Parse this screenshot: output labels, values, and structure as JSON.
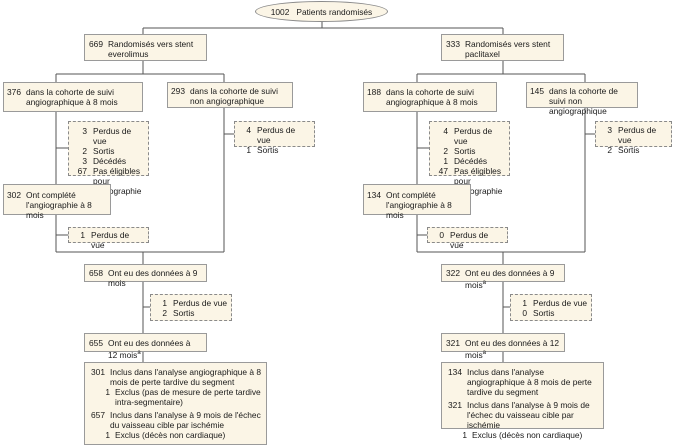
{
  "top": {
    "n": "1002",
    "label": "Patients randomisés"
  },
  "left": {
    "arm": {
      "n": "669",
      "label": "Randomisés vers stent everolimus"
    },
    "angio": {
      "n": "376",
      "label": "dans la cohorte de suivi angiographique à 8 mois"
    },
    "nonangio": {
      "n": "293",
      "label": "dans la cohorte de suivi non angiographique"
    },
    "excl1": [
      {
        "n": "3",
        "label": "Perdus de vue"
      },
      {
        "n": "2",
        "label": "Sortis"
      },
      {
        "n": "3",
        "label": "Décédés"
      },
      {
        "n": "67",
        "label": "Pas éligibles pour angiographie"
      }
    ],
    "excl_nonangio": [
      {
        "n": "4",
        "label": "Perdus de vue"
      },
      {
        "n": "1",
        "label": "Sortis"
      }
    ],
    "completed": {
      "n": "302",
      "label": "Ont complété l'angiographie à 8 mois"
    },
    "excl2": [
      {
        "n": "1",
        "label": "Perdus de vue"
      }
    ],
    "m9": {
      "n": "658",
      "label": "Ont eu des données à 9 mois"
    },
    "excl3": [
      {
        "n": "1",
        "label": "Perdus de vue"
      },
      {
        "n": "2",
        "label": "Sortis"
      }
    ],
    "m12": {
      "n": "655",
      "label": "Ont eu des données à 12 mois",
      "sup": "a"
    },
    "final": [
      {
        "n": "301",
        "label": "Inclus dans l'analyse angiographique à 8 mois de perte tardive du segment",
        "sub": {
          "n": "1",
          "label": "Exclus (pas de mesure de perte tardive intra-segmentaire)"
        }
      },
      {
        "n": "657",
        "label": "Inclus dans l'analyse à 9 mois de l'échec du vaisseau cible par ischémie",
        "sub": {
          "n": "1",
          "label": "Exclus (décès non cardiaque)"
        }
      }
    ]
  },
  "right": {
    "arm": {
      "n": "333",
      "label": "Randomisés vers stent paclitaxel"
    },
    "angio": {
      "n": "188",
      "label": "dans la cohorte de suivi angiographique à 8 mois"
    },
    "nonangio": {
      "n": "145",
      "label": "dans la cohorte de suivi non angiographique"
    },
    "excl1": [
      {
        "n": "4",
        "label": "Perdus de vue"
      },
      {
        "n": "2",
        "label": "Sortis"
      },
      {
        "n": "1",
        "label": "Décédés"
      },
      {
        "n": "47",
        "label": "Pas éligibles pour angiographie"
      }
    ],
    "excl_nonangio": [
      {
        "n": "3",
        "label": "Perdus de vue"
      },
      {
        "n": "2",
        "label": "Sortis"
      }
    ],
    "completed": {
      "n": "134",
      "label": "Ont complété l'angiographie à 8 mois"
    },
    "excl2": [
      {
        "n": "0",
        "label": "Perdus de vue"
      }
    ],
    "m9": {
      "n": "322",
      "label": "Ont eu des données à 9 mois",
      "sup": "a"
    },
    "excl3": [
      {
        "n": "1",
        "label": "Perdus de vue"
      },
      {
        "n": "0",
        "label": "Sortis"
      }
    ],
    "m12": {
      "n": "321",
      "label": "Ont eu des données à 12 mois",
      "sup": "a"
    },
    "final": [
      {
        "n": "134",
        "label": "Inclus dans l'analyse angiographique à 8 mois de perte tardive du segment"
      },
      {
        "n": "321",
        "label": "Inclus dans l'analyse à 9 mois de l'échec du vaisseau cible par ischémie",
        "sub": {
          "n": "1",
          "label": "Exclus (décès non cardiaque)"
        }
      }
    ]
  }
}
